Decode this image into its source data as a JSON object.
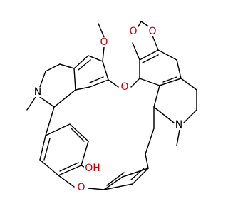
{
  "molecule": {
    "atom_labels": {
      "methoxy_oxygen": "O",
      "methoxy_methyl": "",
      "dioxole_oxygen_upper": "O",
      "dioxole_oxygen_lower": "O",
      "ether_oxygen_right": "O",
      "ether_oxygen_bottom": "O",
      "nitrogen_left": "N",
      "nitrogen_right": "N",
      "hydroxyl": "OH"
    },
    "colors": {
      "bond": "#000000",
      "oxygen": "#c0000a",
      "nitrogen": "#000000",
      "background": "#ffffff"
    }
  }
}
